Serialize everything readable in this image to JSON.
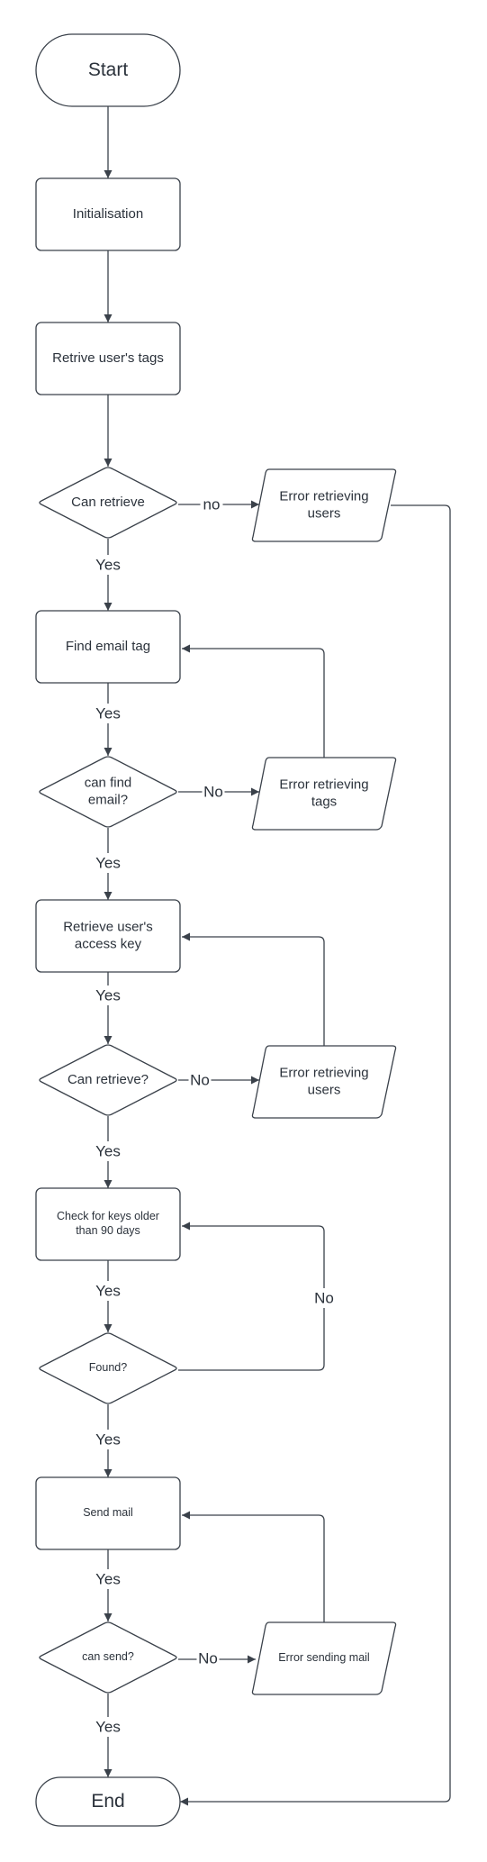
{
  "nodes": {
    "start": {
      "type": "terminator",
      "text": "Start"
    },
    "init": {
      "type": "process",
      "text": "Initialisation"
    },
    "retrieve_tags": {
      "type": "process",
      "text": "Retrive user's tags"
    },
    "can_retrieve_1": {
      "type": "decision",
      "text": "Can retrieve"
    },
    "error_users_1": {
      "type": "io",
      "text": "Error retrieving\nusers"
    },
    "find_email": {
      "type": "process",
      "text": "Find email tag"
    },
    "can_find_email": {
      "type": "decision",
      "text": "can find\nemail?"
    },
    "error_tags": {
      "type": "io",
      "text": "Error retrieving\ntags"
    },
    "retrieve_key": {
      "type": "process",
      "text": "Retrieve user's\naccess key"
    },
    "can_retrieve_2": {
      "type": "decision",
      "text": "Can retrieve?"
    },
    "error_users_2": {
      "type": "io",
      "text": "Error retrieving\nusers"
    },
    "check_keys": {
      "type": "process",
      "text": "Check for keys older\nthan 90 days"
    },
    "found": {
      "type": "decision",
      "text": "Found?"
    },
    "send_mail": {
      "type": "process",
      "text": "Send mail"
    },
    "can_send": {
      "type": "decision",
      "text": "can send?"
    },
    "error_mail": {
      "type": "io",
      "text": "Error sending mail"
    },
    "end": {
      "type": "terminator",
      "text": "End"
    }
  },
  "edges": [
    {
      "from": "start",
      "to": "init",
      "label": ""
    },
    {
      "from": "init",
      "to": "retrieve_tags",
      "label": ""
    },
    {
      "from": "retrieve_tags",
      "to": "can_retrieve_1",
      "label": ""
    },
    {
      "from": "can_retrieve_1",
      "to": "error_users_1",
      "label": "no"
    },
    {
      "from": "can_retrieve_1",
      "to": "find_email",
      "label": "Yes"
    },
    {
      "from": "error_users_1",
      "to": "end",
      "label": ""
    },
    {
      "from": "find_email",
      "to": "can_find_email",
      "label": "Yes"
    },
    {
      "from": "can_find_email",
      "to": "error_tags",
      "label": "No"
    },
    {
      "from": "error_tags",
      "to": "find_email",
      "label": ""
    },
    {
      "from": "can_find_email",
      "to": "retrieve_key",
      "label": "Yes"
    },
    {
      "from": "retrieve_key",
      "to": "can_retrieve_2",
      "label": "Yes"
    },
    {
      "from": "can_retrieve_2",
      "to": "error_users_2",
      "label": "No"
    },
    {
      "from": "error_users_2",
      "to": "retrieve_key",
      "label": ""
    },
    {
      "from": "can_retrieve_2",
      "to": "check_keys",
      "label": "Yes"
    },
    {
      "from": "check_keys",
      "to": "found",
      "label": "Yes"
    },
    {
      "from": "found",
      "to": "check_keys",
      "label": "No"
    },
    {
      "from": "found",
      "to": "send_mail",
      "label": "Yes"
    },
    {
      "from": "send_mail",
      "to": "can_send",
      "label": "Yes"
    },
    {
      "from": "can_send",
      "to": "error_mail",
      "label": "No"
    },
    {
      "from": "error_mail",
      "to": "send_mail",
      "label": ""
    },
    {
      "from": "can_send",
      "to": "end",
      "label": "Yes"
    }
  ]
}
